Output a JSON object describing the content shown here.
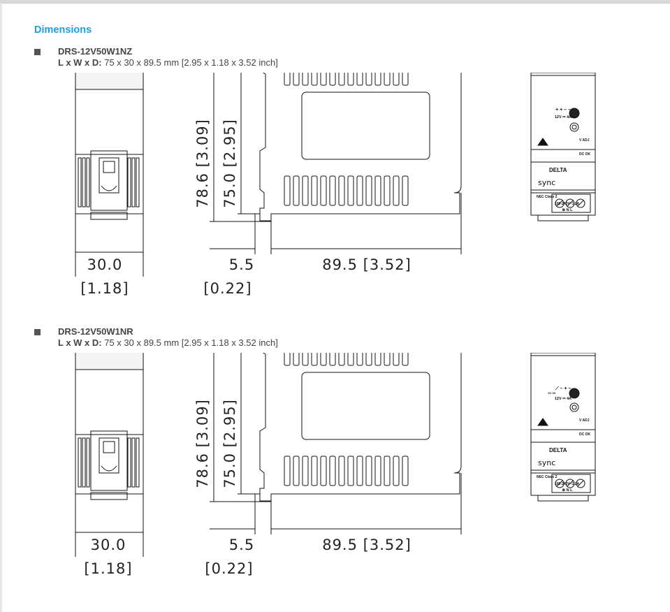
{
  "heading": "Dimensions",
  "products": [
    {
      "model": "DRS-12V50W1NZ",
      "dims_label": "L x W x D:",
      "dims_value": " 75 x 30 x 89.5 mm [2.95 x 1.18 x 3.52 inch]",
      "dimensions": {
        "height_total": "78.6 [3.09]",
        "height": "75.0 [2.95]",
        "width": "30.0",
        "width_in": "[1.18]",
        "offset": "5.5",
        "offset_in": "[0.22]",
        "depth": "89.5 [3.52]"
      },
      "panel": {
        "polarity": "+  +  –  –",
        "output": "12V ⎓ 4A",
        "vadj": "V ADJ",
        "dcok": "DC OK",
        "brand": "DELTA",
        "series": "sync",
        "class": "NEC Class 2",
        "input": "100-240V~1.2A",
        "terminals": "⊕   N   L"
      }
    },
    {
      "model": "DRS-12V50W1NR",
      "dims_label": "L x W x D:",
      "dims_value": " 75 x 30 x 89.5 mm [2.95 x 1.18 x 3.52 inch]",
      "dimensions": {
        "height_total": "78.6 [3.09]",
        "height": "75.0 [2.95]",
        "width": "30.0",
        "width_in": "[1.18]",
        "offset": "5.5",
        "offset_in": "[0.22]",
        "depth": "89.5 [3.52]"
      },
      "panel": {
        "polarity": "⟋ –   +   –",
        "relay": "DC OK",
        "output": "12V ⎓ 4A",
        "vadj": "V ADJ",
        "dcok": "DC OK",
        "brand": "DELTA",
        "series": "sync",
        "class": "NEC Class 2",
        "input": "100-240V~1.2A",
        "terminals": "⊕   N   L"
      }
    }
  ]
}
